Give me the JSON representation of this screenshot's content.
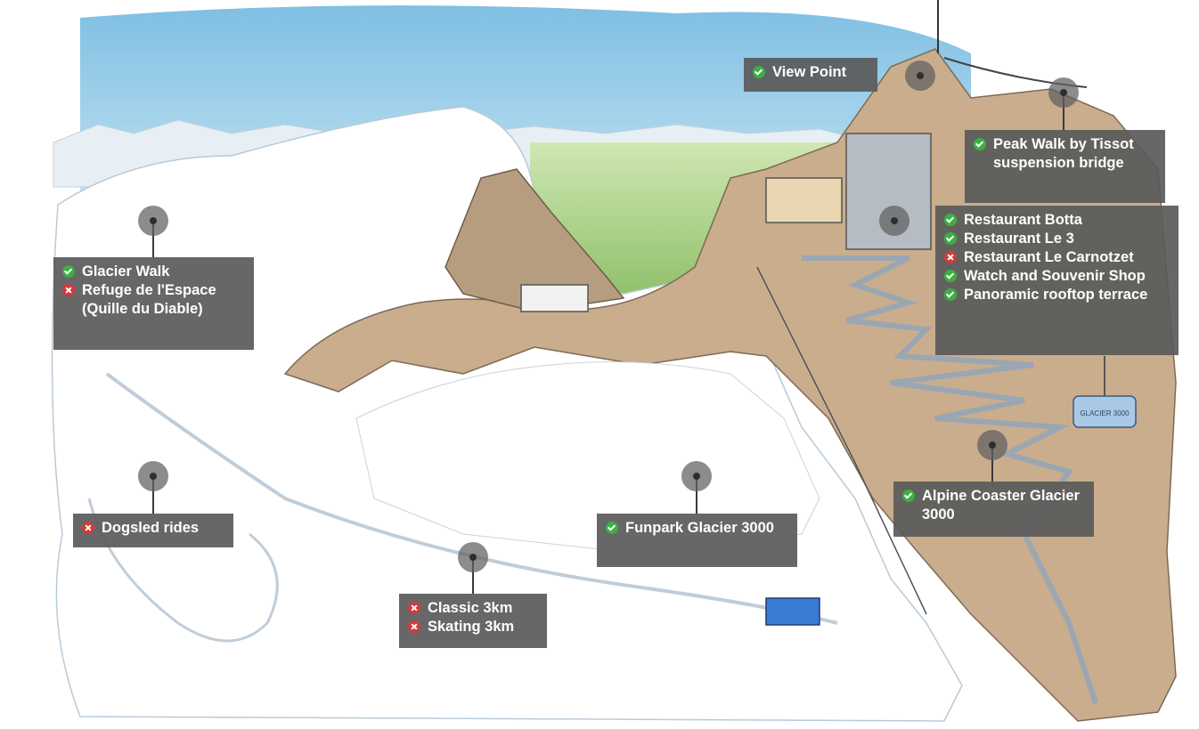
{
  "map": {
    "status_icons": {
      "open": "check-circle-icon",
      "closed": "x-circle-icon"
    },
    "colors": {
      "open": "#3cb043",
      "closed": "#d23b3b",
      "label_bg": "#5a5a5a",
      "sky": "#a9d3ea",
      "rock": "#c9ad8d",
      "snow": "#ffffff"
    },
    "labels": [
      {
        "id": "view-point",
        "items": [
          {
            "text": "View Point",
            "status": "open"
          }
        ]
      },
      {
        "id": "peak-walk",
        "items": [
          {
            "text": "Peak Walk by Tissot suspension bridge",
            "status": "open"
          }
        ]
      },
      {
        "id": "restaurants",
        "items": [
          {
            "text": "Restaurant Botta",
            "status": "open"
          },
          {
            "text": "Restaurant Le 3",
            "status": "open"
          },
          {
            "text": "Restaurant Le Carnotzet",
            "status": "closed"
          },
          {
            "text": "Watch and Souvenir Shop",
            "status": "open"
          },
          {
            "text": "Panoramic rooftop terrace",
            "status": "open"
          }
        ]
      },
      {
        "id": "glacier-walk",
        "items": [
          {
            "text": "Glacier Walk",
            "status": "open"
          },
          {
            "text": "Refuge de l'Espace (Quille du Diable)",
            "status": "closed"
          }
        ]
      },
      {
        "id": "dogsled",
        "items": [
          {
            "text": "Dogsled rides",
            "status": "closed"
          }
        ]
      },
      {
        "id": "funpark",
        "items": [
          {
            "text": "Funpark Glacier 3000",
            "status": "open"
          }
        ]
      },
      {
        "id": "alpine-coaster",
        "items": [
          {
            "text": "Alpine Coaster Glacier 3000",
            "status": "open"
          }
        ]
      },
      {
        "id": "cross-country",
        "items": [
          {
            "text": "Classic 3km",
            "status": "closed"
          },
          {
            "text": "Skating 3km",
            "status": "closed"
          }
        ]
      }
    ],
    "gondola_sign": "GLACIER 3000"
  }
}
